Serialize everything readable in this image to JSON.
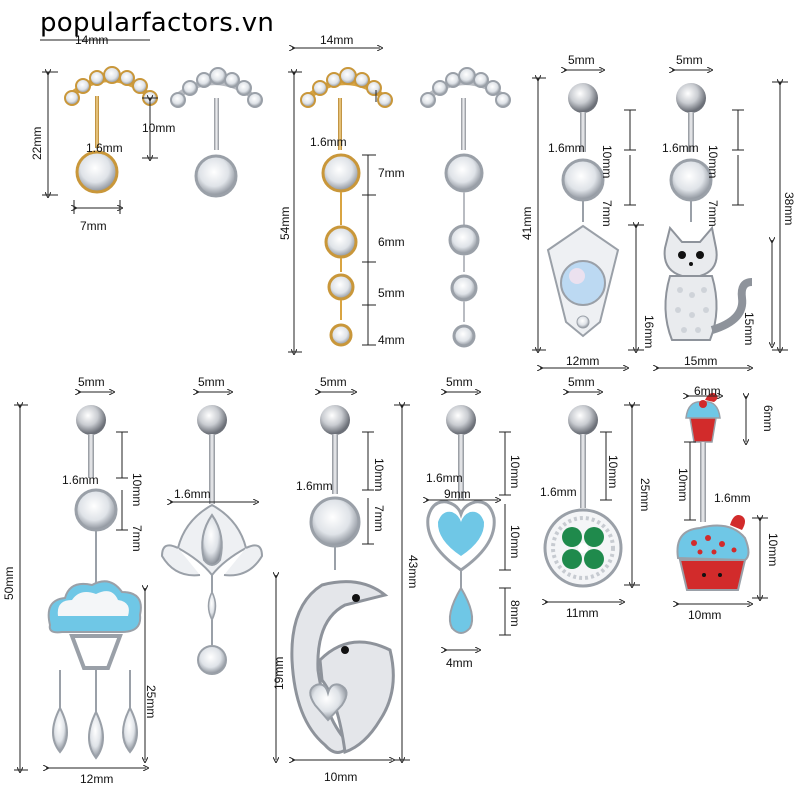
{
  "watermark": "popularfactors.vn",
  "labels": {
    "p1": {
      "width": "14mm",
      "length": "22mm",
      "drop": "10mm",
      "gauge": "1.6mm",
      "gem": "7mm"
    },
    "p3": {
      "width": "14mm",
      "length": "54mm",
      "gauge": "1.6mm",
      "s1": "7mm",
      "s2": "6mm",
      "s3": "5mm",
      "s4": "4mm"
    },
    "p5": {
      "ball": "5mm",
      "length": "41mm",
      "bar": "10mm",
      "gauge": "1.6mm",
      "gem": "7mm",
      "drop": "16mm",
      "width": "12mm"
    },
    "p6": {
      "ball": "5mm",
      "length": "38mm",
      "bar": "10mm",
      "gauge": "1.6mm",
      "gem": "7mm",
      "drop": "15mm",
      "width": "15mm"
    },
    "p7": {
      "ball": "5mm",
      "length": "50mm",
      "bar": "10mm",
      "gauge": "1.6mm",
      "gem": "7mm",
      "drop": "25mm",
      "width": "12mm"
    },
    "p8": {
      "ball": "5mm",
      "gauge": "1.6mm"
    },
    "p9": {
      "ball": "5mm",
      "length": "43mm",
      "bar": "10mm",
      "gauge": "1.6mm",
      "gem": "7mm",
      "drop": "19mm",
      "width": "10mm"
    },
    "p10": {
      "ball": "5mm",
      "gauge": "1.6mm",
      "bar": "10mm",
      "heart": "9mm",
      "heartH": "10mm",
      "drop": "8mm",
      "dropW": "4mm"
    },
    "p11": {
      "ball": "5mm",
      "gauge": "1.6mm",
      "bar": "10mm",
      "length": "25mm",
      "width": "11mm"
    },
    "p12": {
      "top": "6mm",
      "topH": "6mm",
      "bar": "10mm",
      "gauge": "1.6mm",
      "bottomH": "10mm",
      "width": "10mm"
    }
  },
  "colors": {
    "gold": "#d9a441",
    "silver": "#b9bcc2",
    "blue": "#6fc7e6",
    "green": "#1f8a4c",
    "red": "#d22b2b",
    "opal": "#bcd9f2"
  }
}
